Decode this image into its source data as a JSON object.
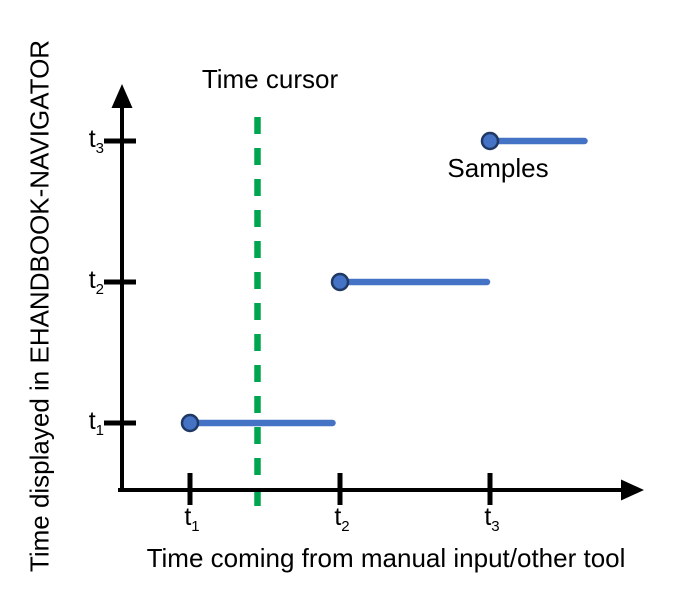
{
  "labels": {
    "y_axis": "Time displayed in EHANDBOOK-NAVIGATOR",
    "x_axis": "Time coming from manual input/other tool",
    "cursor": "Time cursor",
    "samples": "Samples"
  },
  "colors": {
    "axis": "#000000",
    "text": "#000000",
    "cursor_line": "#00A64F",
    "sample_line": "#4472C4",
    "sample_dot_fill": "#4472C4",
    "sample_dot_stroke": "#1F3864"
  },
  "chart_data": {
    "type": "line",
    "subtype": "step-post",
    "title": "",
    "xlabel": "Time coming from manual input/other tool",
    "ylabel": "Time displayed in EHANDBOOK-NAVIGATOR",
    "grid": false,
    "legend_position": "none",
    "xlim": [
      0.45,
      4.0
    ],
    "ylim": [
      0.45,
      3.4
    ],
    "x_ticks": [
      {
        "base": "t",
        "sub": "1",
        "value": 1
      },
      {
        "base": "t",
        "sub": "2",
        "value": 2
      },
      {
        "base": "t",
        "sub": "3",
        "value": 3
      }
    ],
    "y_ticks": [
      {
        "base": "t",
        "sub": "1",
        "value": 1
      },
      {
        "base": "t",
        "sub": "2",
        "value": 2
      },
      {
        "base": "t",
        "sub": "3",
        "value": 3
      }
    ],
    "series": [
      {
        "name": "Samples",
        "marker": "circle",
        "points": [
          {
            "x": 1,
            "y": 1,
            "hold_until_x": 1.95
          },
          {
            "x": 2,
            "y": 2,
            "hold_until_x": 2.98
          },
          {
            "x": 3,
            "y": 3,
            "hold_until_x": 3.63
          }
        ]
      }
    ],
    "annotations": [
      {
        "type": "vline",
        "label": "Time cursor",
        "x": 1.45,
        "line_style": "dashed"
      },
      {
        "type": "text",
        "label": "Samples",
        "near_point": {
          "x": 3,
          "y": 3
        }
      }
    ]
  }
}
